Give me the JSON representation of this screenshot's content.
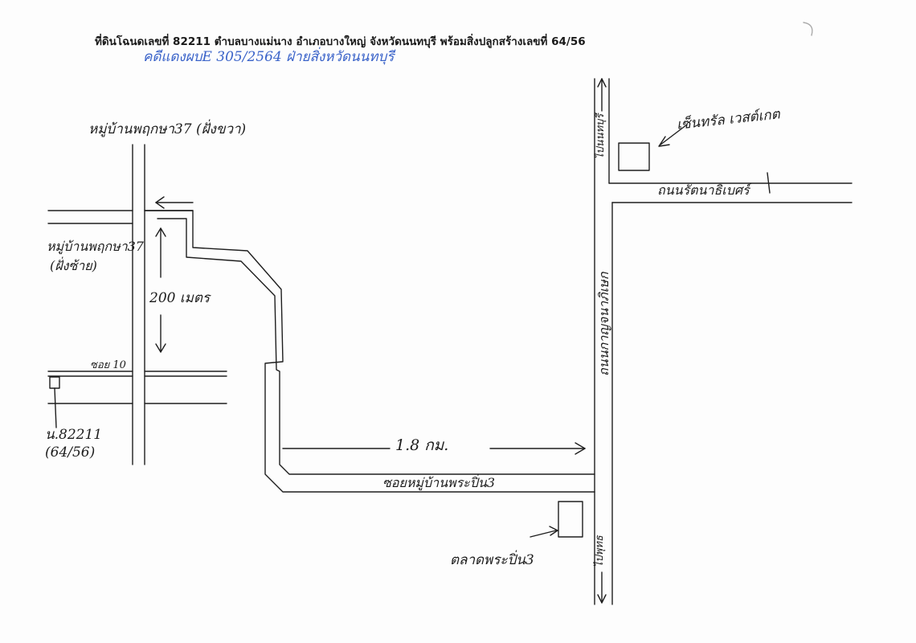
{
  "header": {
    "title": "ที่ดินโฉนดเลขที่ 82211 ตำบลบางแม่นาง อำเภอบางใหญ่ จังหวัดนนทบุรี พร้อมสิ่งปลูกสร้างเลขที่ 64/56",
    "case_note": "คดีแดงผบE 305/2564 ฝ่ายสิ่งหวัดนนทบุรี"
  },
  "map": {
    "labels": {
      "village_north": "หมู่บ้านพฤกษา37 (ฝั่งขวา)",
      "village_south": "หมู่บ้านพฤกษา37",
      "village_south_side": "(ฝั่งซ้าย)",
      "distance_200": "200 เมตร",
      "soi_10": "ซอย 10",
      "parcel_no": "น.82211",
      "house_no": "(64/56)",
      "distance_18": "1.8 กม.",
      "soi_village": "ซอยหมู่บ้านพระปิ่น3",
      "road_main": "ถนนกาญจนาภิเษก",
      "road_rattana": "ถนนรัตนาธิเบศร์",
      "central": "เซ็นทรัล เวสต์เกต",
      "road_top_vertical": "ไปนนทบุรี",
      "road_bottom_vertical": "ไปพุทธ",
      "market": "ตลาดพระปิ่น3"
    }
  }
}
